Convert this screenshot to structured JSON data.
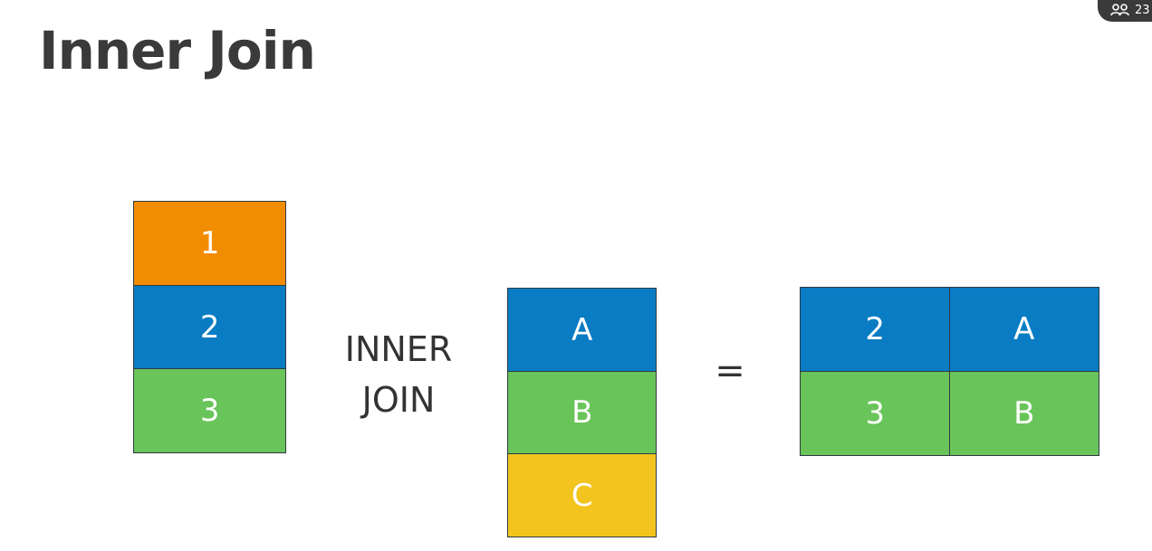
{
  "slide": {
    "title": "Inner Join"
  },
  "left_table": {
    "cells": [
      {
        "label": "1",
        "color": "#f28c00"
      },
      {
        "label": "2",
        "color": "#0a7cc3"
      },
      {
        "label": "3",
        "color": "#69c45a"
      }
    ]
  },
  "operator": {
    "line1": "INNER",
    "line2": "JOIN"
  },
  "right_table": {
    "cells": [
      {
        "label": "A",
        "color": "#0a7cc3"
      },
      {
        "label": "B",
        "color": "#69c45a"
      },
      {
        "label": "C",
        "color": "#f2c41d"
      }
    ]
  },
  "equals_sign": "=",
  "result_table": {
    "rows": [
      {
        "left": "2",
        "right": "A",
        "color": "#0a7cc3"
      },
      {
        "left": "3",
        "right": "B",
        "color": "#69c45a"
      }
    ]
  },
  "participants": {
    "icon": "people-icon",
    "count": "23"
  }
}
